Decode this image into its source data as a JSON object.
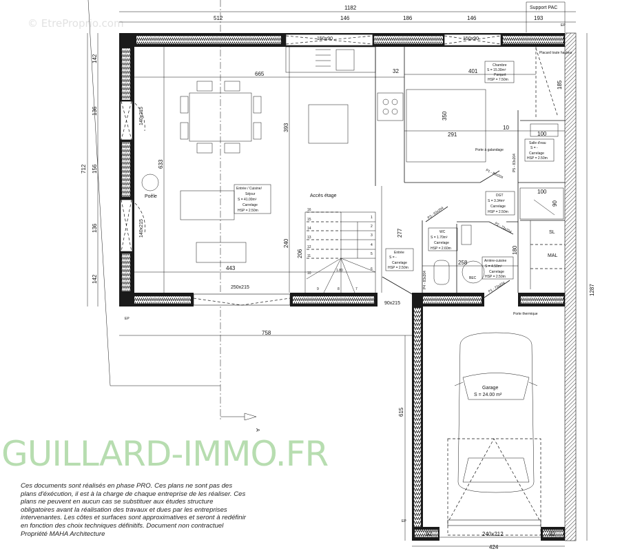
{
  "watermarks": {
    "site": "© EtreProprio.com",
    "agency": "GUILLARD-IMMO.FR"
  },
  "disclaimer": "Ces documents sont réalisés en phase PRO. Ces plans ne sont pas des plans d'éxécution, il est à la charge de chaque entreprise de les réaliser. Ces plans ne peuvent en aucun cas se substituer aux études structure obligatoires avant la réalisation des travaux et dues par les entreprises intervenantes. Les côtes et surfaces sont approximatives et seront à redéfinir en fonction des choix techniques définitifs. Document non contractuel Propriété MAHA Architecture",
  "support_pac": "Support PAC",
  "ep": "EP",
  "section_marker": "A",
  "dims": {
    "total_width": "1182",
    "top": [
      "512",
      "146",
      "186",
      "146",
      "193"
    ],
    "left_total": "712",
    "left": [
      "142",
      "136",
      "156",
      "136",
      "142"
    ],
    "right_total": "1287",
    "garage_depth": "615",
    "bottom": [
      "92",
      "240x212",
      "92"
    ],
    "bottom_total": "424",
    "living_w": "665",
    "living_d": "633",
    "living_h": "393",
    "stair_h1": "240",
    "stair_h2": "206",
    "lower_w": "443",
    "overall_w": "758",
    "k32": "32",
    "bed_w": "401",
    "bed_d": "350",
    "bed_w2": "291",
    "d10": "10",
    "d100a": "100",
    "d100b": "100",
    "d90": "90",
    "d185": "185",
    "d277": "277",
    "d180": "180",
    "d258": "258",
    "stair_turn": "1.80"
  },
  "openings": {
    "win_top_1": "150x90",
    "win_top_2": "150x90",
    "win_left_1": "140x215",
    "win_left_2": "140x215",
    "baie": "250x215",
    "entry_door": "90x215",
    "p1": "P1 - 83x204",
    "p2": "P2 - 73x204",
    "p3": "P3 - 93x204",
    "p4": "P4 - 83x204",
    "p5": "P5 - 83x204",
    "p6": "P1 - 73x204"
  },
  "annotations": {
    "access": "Accès étage",
    "poele": "Poêle",
    "placard": "Placard toute hauteur",
    "porte_galandage": "Porte à galandage",
    "porte_thermique": "Porte thermique",
    "sl": "SL",
    "mal": "MAL",
    "bec": "BEC"
  },
  "stairs": [
    "1",
    "2",
    "3",
    "4",
    "5",
    "6",
    "7",
    "8",
    "9",
    "10",
    "11",
    "12",
    "13",
    "14",
    "15",
    "16"
  ],
  "rooms": {
    "sejour": [
      "Entrée / Cuisine/",
      "Séjour",
      "S = 41.00m²",
      "Carrelage",
      "HSP = 2.50m"
    ],
    "chambre": [
      "Chambre",
      "S = 15.30m²",
      "Parquet",
      "HSP = 7.50m"
    ],
    "salle_eau": [
      "Salle d'eau",
      "S = -",
      "Carrelage",
      "HSP = 2.50m"
    ],
    "dgt": [
      "DGT",
      "S = 3.34m²",
      "Carrelage",
      "HSP = 2.50m"
    ],
    "wc": [
      "WC",
      "S = 1.70m²",
      "Carrelage",
      "HSP = 2.60m"
    ],
    "entree": [
      "Entrée",
      "S = -",
      "Carrelage",
      "HSP = 2.50m"
    ],
    "arriere": [
      "Arrière-cuisine",
      "S = 4.50m²",
      "Carrelage",
      "HSP = 2.50m"
    ],
    "garage": [
      "Garage",
      "S = 24.00 m²"
    ]
  }
}
